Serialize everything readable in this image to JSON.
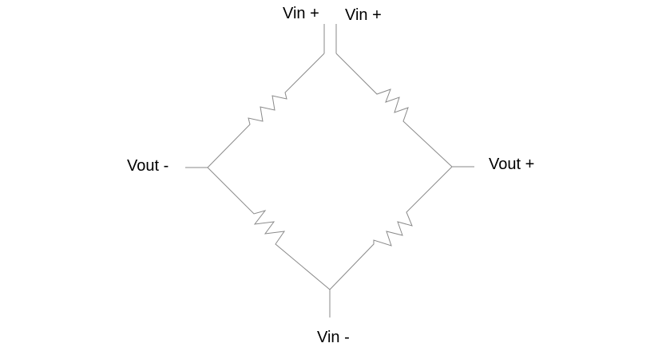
{
  "labels": {
    "vin_plus_left": "Vin +",
    "vin_plus_right": "Vin +",
    "vout_minus": "Vout -",
    "vout_plus": "Vout +",
    "vin_minus": "Vin -"
  },
  "colors": {
    "wire": "#8a8a8a",
    "text": "#000000",
    "background": "#ffffff"
  }
}
